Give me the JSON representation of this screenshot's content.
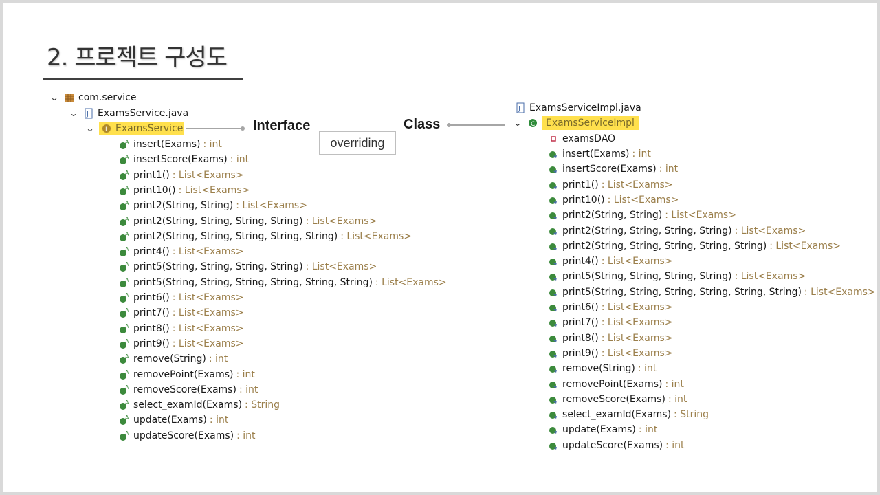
{
  "title": "2. 프로젝트 구성도",
  "labels": {
    "interface": "Interface",
    "class": "Class",
    "overriding": "overriding"
  },
  "left": {
    "package": "com.service",
    "file": "ExamsService.java",
    "type": "ExamsService",
    "methods": [
      {
        "name": "insert(Exams)",
        "ret": ": int"
      },
      {
        "name": "insertScore(Exams)",
        "ret": ": int"
      },
      {
        "name": "print1()",
        "ret": ": List<Exams>"
      },
      {
        "name": "print10()",
        "ret": ": List<Exams>"
      },
      {
        "name": "print2(String, String)",
        "ret": ": List<Exams>"
      },
      {
        "name": "print2(String, String, String, String)",
        "ret": ": List<Exams>"
      },
      {
        "name": "print2(String, String, String, String, String)",
        "ret": ": List<Exams>"
      },
      {
        "name": "print4()",
        "ret": ": List<Exams>"
      },
      {
        "name": "print5(String, String, String, String)",
        "ret": ": List<Exams>"
      },
      {
        "name": "print5(String, String, String, String, String, String)",
        "ret": ": List<Exams>"
      },
      {
        "name": "print6()",
        "ret": ": List<Exams>"
      },
      {
        "name": "print7()",
        "ret": ": List<Exams>"
      },
      {
        "name": "print8()",
        "ret": ": List<Exams>"
      },
      {
        "name": "print9()",
        "ret": ": List<Exams>"
      },
      {
        "name": "remove(String)",
        "ret": ": int"
      },
      {
        "name": "removePoint(Exams)",
        "ret": ": int"
      },
      {
        "name": "removeScore(Exams)",
        "ret": ": int"
      },
      {
        "name": "select_examId(Exams)",
        "ret": ": String"
      },
      {
        "name": "update(Exams)",
        "ret": ": int"
      },
      {
        "name": "updateScore(Exams)",
        "ret": ": int"
      }
    ]
  },
  "right": {
    "file": "ExamsServiceImpl.java",
    "type": "ExamsServiceImpl",
    "field": "examsDAO",
    "methods": [
      {
        "name": "insert(Exams)",
        "ret": ": int"
      },
      {
        "name": "insertScore(Exams)",
        "ret": ": int"
      },
      {
        "name": "print1()",
        "ret": ": List<Exams>"
      },
      {
        "name": "print10()",
        "ret": ": List<Exams>"
      },
      {
        "name": "print2(String, String)",
        "ret": ": List<Exams>"
      },
      {
        "name": "print2(String, String, String, String)",
        "ret": ": List<Exams>"
      },
      {
        "name": "print2(String, String, String, String, String)",
        "ret": ": List<Exams>"
      },
      {
        "name": "print4()",
        "ret": ": List<Exams>"
      },
      {
        "name": "print5(String, String, String, String)",
        "ret": ": List<Exams>"
      },
      {
        "name": "print5(String, String, String, String, String, String)",
        "ret": ": List<Exams>"
      },
      {
        "name": "print6()",
        "ret": ": List<Exams>"
      },
      {
        "name": "print7()",
        "ret": ": List<Exams>"
      },
      {
        "name": "print8()",
        "ret": ": List<Exams>"
      },
      {
        "name": "print9()",
        "ret": ": List<Exams>"
      },
      {
        "name": "remove(String)",
        "ret": ": int"
      },
      {
        "name": "removePoint(Exams)",
        "ret": ": int"
      },
      {
        "name": "removeScore(Exams)",
        "ret": ": int"
      },
      {
        "name": "select_examId(Exams)",
        "ret": ": String"
      },
      {
        "name": "update(Exams)",
        "ret": ": int"
      },
      {
        "name": "updateScore(Exams)",
        "ret": ": int"
      }
    ]
  },
  "colors": {
    "highlight": "#ffe04d",
    "return_type": "#9b7f4b",
    "method_icon": "#3c8a3c"
  }
}
